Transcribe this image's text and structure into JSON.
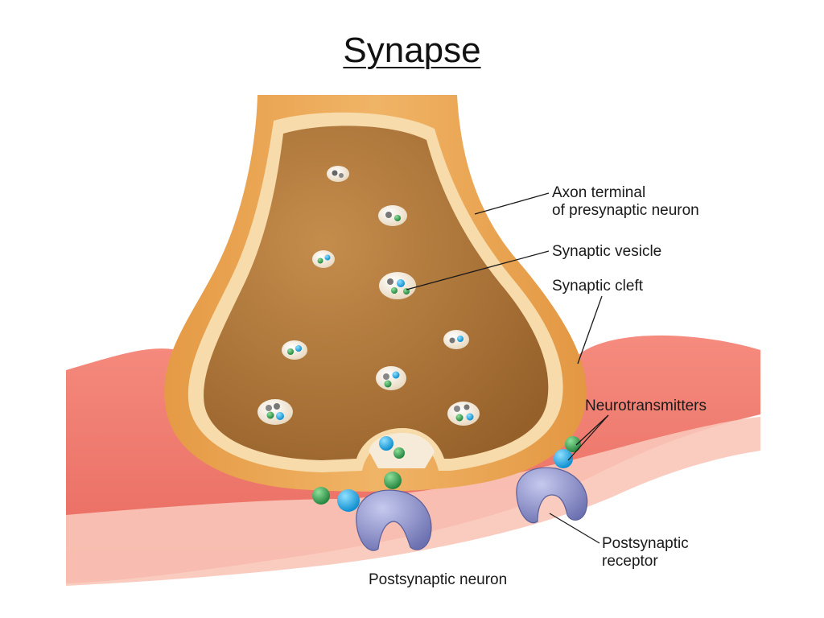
{
  "title": "Synapse",
  "labels": {
    "axon_terminal_line1": "Axon terminal",
    "axon_terminal_line2": "of presynaptic neuron",
    "synaptic_vesicle": "Synaptic vesicle",
    "synaptic_cleft": "Synaptic cleft",
    "neurotransmitters": "Neurotransmitters",
    "postsynaptic_receptor_line1": "Postsynaptic",
    "postsynaptic_receptor_line2": "receptor",
    "postsynaptic_neuron": "Postsynaptic neuron"
  },
  "colors": {
    "axon_outer": "#e7a24c",
    "axon_membrane": "#f6d9a8",
    "axon_cytoplasm": "#b07a3c",
    "postsynaptic_body": "#f07e72",
    "postsynaptic_light": "#f9c2b4",
    "neurotransmitter_green": "#3aa357",
    "neurotransmitter_blue": "#1fa3e0",
    "receptor": "#8f93cc"
  }
}
